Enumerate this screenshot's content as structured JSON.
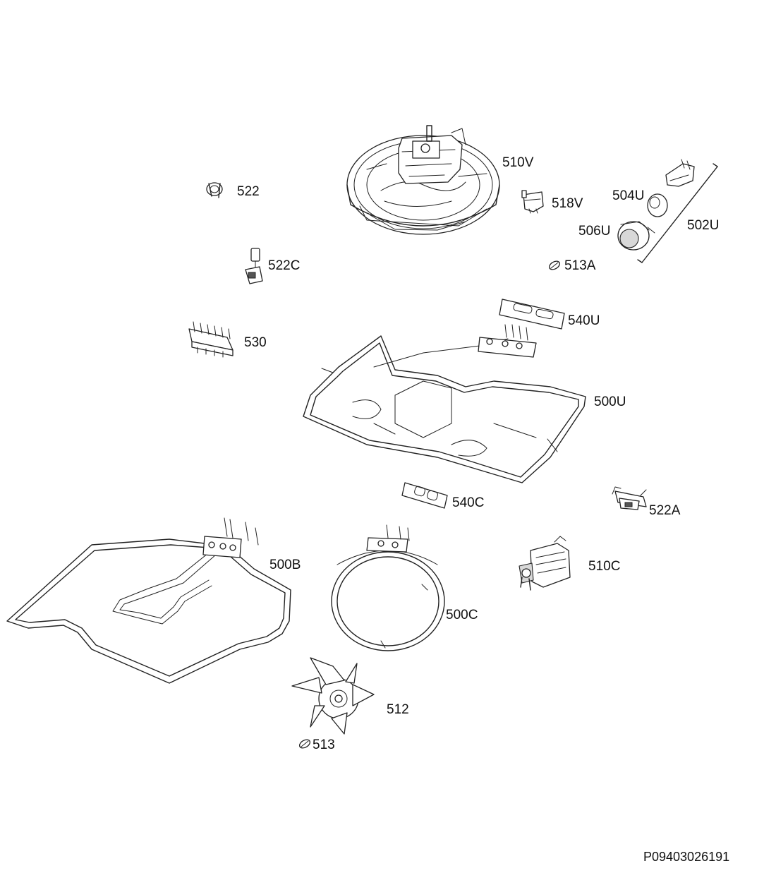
{
  "labels": {
    "l510V": "510V",
    "l522": "522",
    "l518V": "518V",
    "l504U": "504U",
    "l506U": "506U",
    "l502U": "502U",
    "l522C": "522C",
    "l513A": "513A",
    "l540U": "540U",
    "l530": "530",
    "l500U": "500U",
    "l540C": "540C",
    "l522A": "522A",
    "l500B": "500B",
    "l510C": "510C",
    "l500C": "500C",
    "l512": "512",
    "l513": "513"
  },
  "drawing_code": "P09403026191"
}
